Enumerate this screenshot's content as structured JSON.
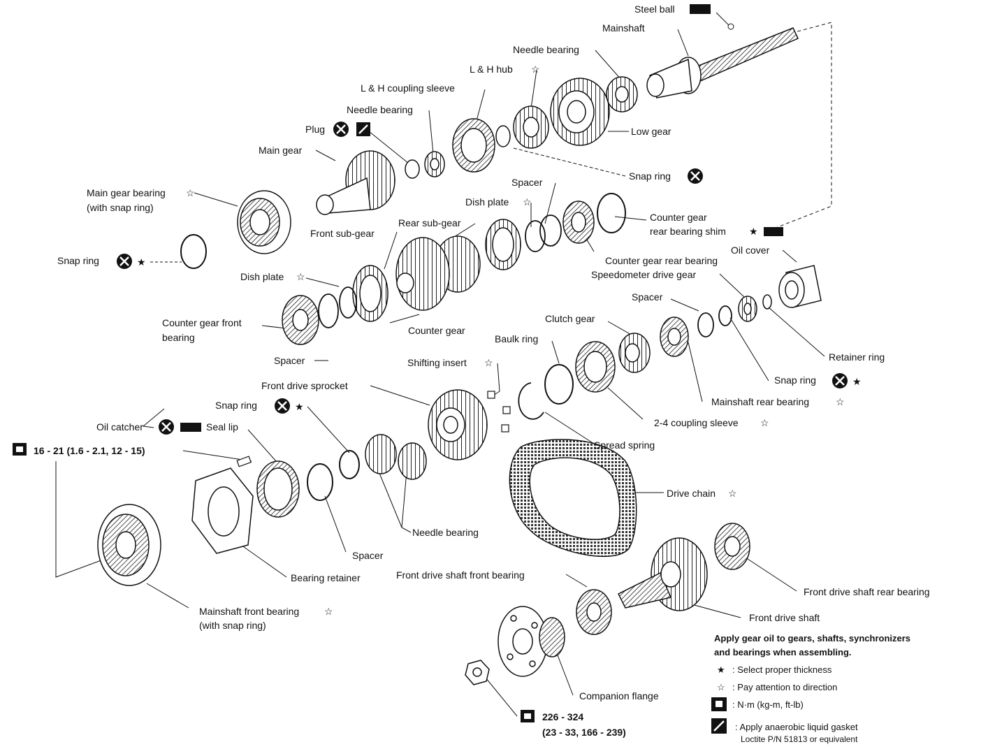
{
  "labels": {
    "steel_ball": "Steel ball",
    "mainshaft": "Mainshaft",
    "needle_bearing_top": "Needle bearing",
    "lh_hub": "L & H hub",
    "lh_coupling_sleeve": "L & H coupling sleeve",
    "needle_bearing_mid": "Needle bearing",
    "plug": "Plug",
    "main_gear": "Main gear",
    "low_gear": "Low gear",
    "snap_ring_top": "Snap ring",
    "main_gear_bearing": "Main gear bearing",
    "main_gear_bearing_note": "(with snap ring)",
    "spacer_top": "Spacer",
    "dish_plate_top": "Dish plate",
    "counter_gear_shim_1": "Counter gear",
    "counter_gear_shim_2": "rear bearing shim",
    "rear_sub_gear": "Rear sub-gear",
    "front_sub_gear": "Front sub-gear",
    "snap_ring_left": "Snap ring",
    "counter_gear_rear_bearing": "Counter gear rear bearing",
    "oil_cover": "Oil cover",
    "speedometer_drive_gear": "Speedometer drive gear",
    "dish_plate_left": "Dish plate",
    "spacer_right": "Spacer",
    "counter_gear_front_bearing_1": "Counter gear front",
    "counter_gear_front_bearing_2": "bearing",
    "counter_gear": "Counter gear",
    "clutch_gear": "Clutch gear",
    "baulk_ring": "Baulk ring",
    "retainer_ring": "Retainer ring",
    "spacer_left": "Spacer",
    "shifting_insert": "Shifting insert",
    "snap_ring_right": "Snap ring",
    "front_drive_sprocket": "Front drive sprocket",
    "mainshaft_rear_bearing": "Mainshaft rear bearing",
    "snap_ring_lower": "Snap ring",
    "oil_catcher": "Oil catcher",
    "seal_lip": "Seal lip",
    "coupling_sleeve_24": "2-4 coupling sleeve",
    "torque_top": "16 - 21 (1.6 - 2.1, 12 - 15)",
    "spread_spring": "Spread spring",
    "drive_chain": "Drive chain",
    "needle_bearing_low": "Needle bearing",
    "spacer_low": "Spacer",
    "bearing_retainer": "Bearing retainer",
    "front_drive_shaft_front_bearing": "Front drive shaft front bearing",
    "front_drive_shaft_rear_bearing": "Front drive shaft rear bearing",
    "mainshaft_front_bearing": "Mainshaft front bearing",
    "mainshaft_front_bearing_note": "(with snap ring)",
    "front_drive_shaft": "Front drive shaft",
    "companion_flange": "Companion flange",
    "torque_bottom_1": "226 - 324",
    "torque_bottom_2": "(23 - 33, 166 - 239)"
  },
  "notes": {
    "apply_oil_1": "Apply gear oil to gears, shafts, synchronizers",
    "apply_oil_2": "and bearings when assembling.",
    "star_solid": "★",
    "star_outline": "☆",
    "legend_select": ": Select proper thickness",
    "legend_direction": ": Pay attention to direction",
    "legend_torque": ": N·m (kg-m, ft-lb)",
    "legend_gasket_1": ": Apply anaerobic liquid gasket",
    "legend_gasket_2": "Loctite P/N 51813 or equivalent"
  }
}
